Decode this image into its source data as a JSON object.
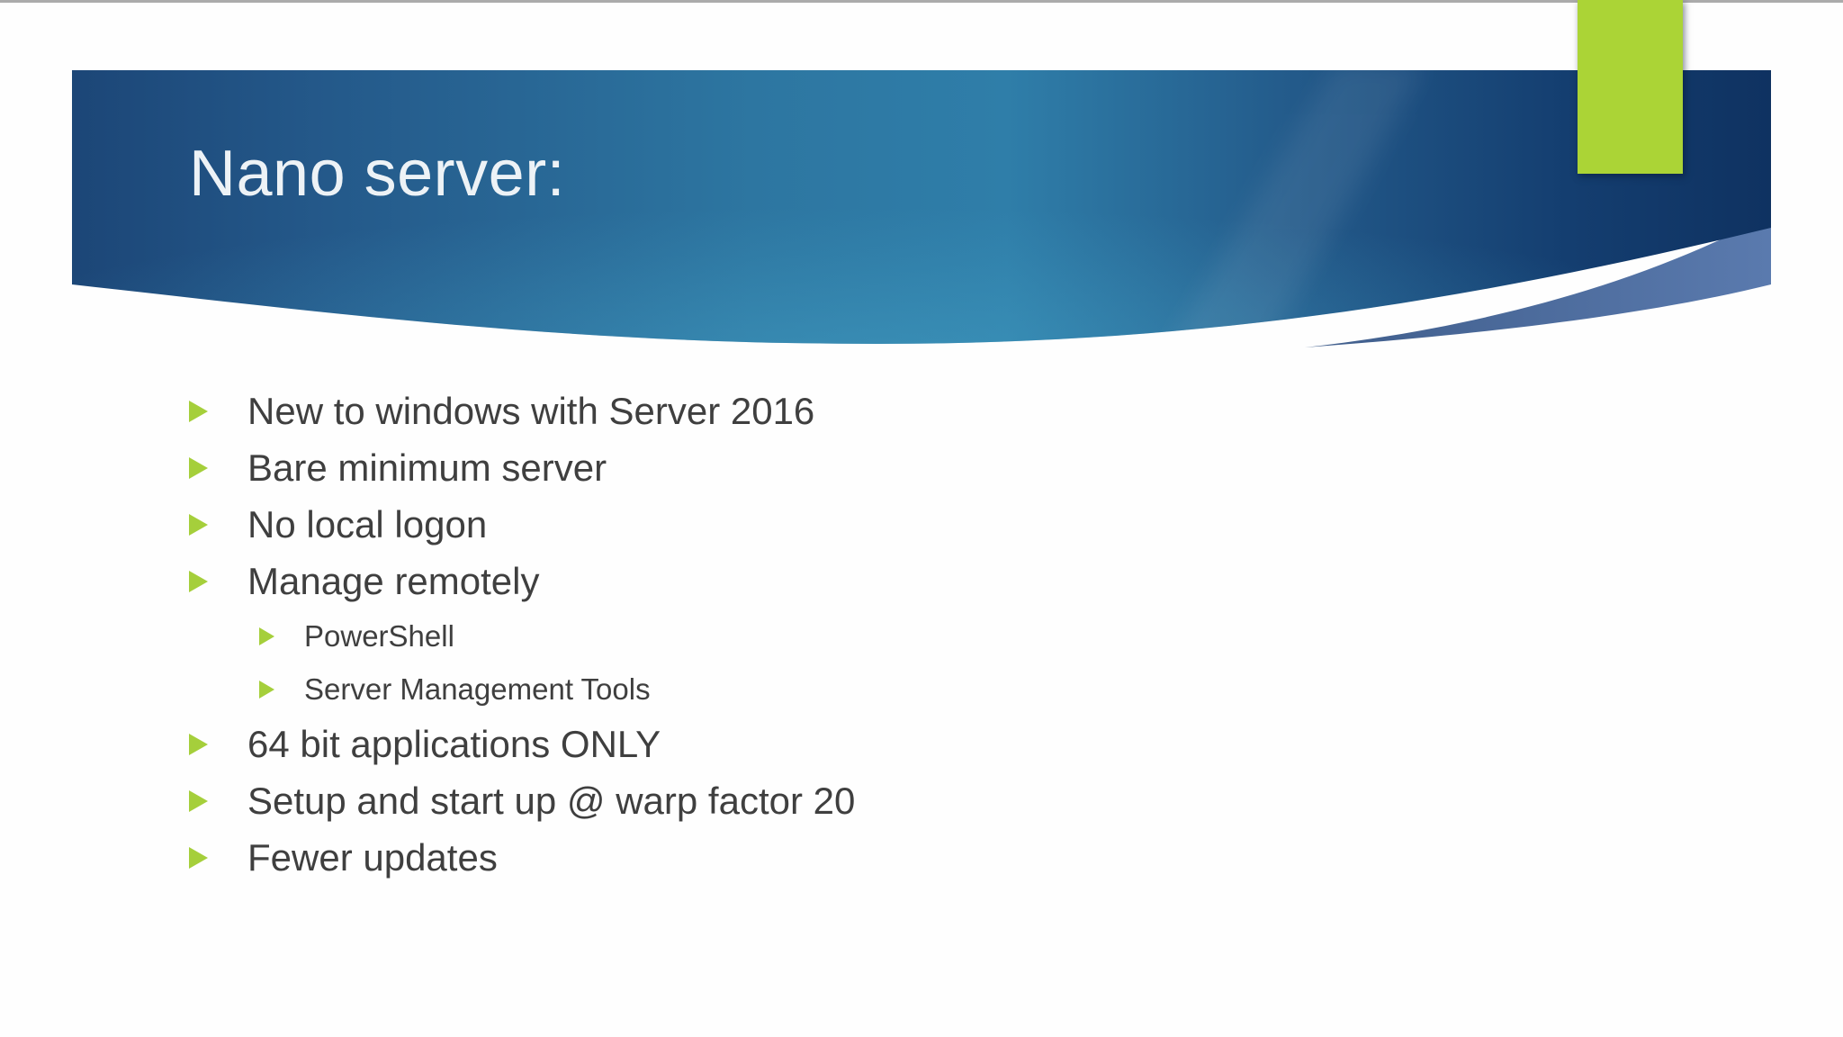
{
  "slide": {
    "title": "Nano server:",
    "bullets": [
      {
        "level": 1,
        "text": "New to windows with Server 2016"
      },
      {
        "level": 1,
        "text": "Bare minimum server"
      },
      {
        "level": 1,
        "text": "No local logon"
      },
      {
        "level": 1,
        "text": "Manage remotely"
      },
      {
        "level": 2,
        "text": "PowerShell"
      },
      {
        "level": 2,
        "text": "Server Management Tools"
      },
      {
        "level": 1,
        "text": "64 bit applications ONLY"
      },
      {
        "level": 1,
        "text": "Setup and start up @ warp factor 20"
      },
      {
        "level": 1,
        "text": "Fewer updates"
      }
    ],
    "colors": {
      "accent_green": "#abd436",
      "bullet_green": "#a5cf3b",
      "body_text": "#3f3f3f",
      "title_text": "#edf2f6",
      "top_line": "#ababab",
      "banner_gradient": [
        "#1c4677",
        "#24598a",
        "#2d76a1",
        "#2f7ea9",
        "#235a8a",
        "#143e70",
        "#0f3261"
      ],
      "banner_glow": "#46a5c8",
      "wedge_gradient": [
        "#3f5d8b",
        "#5a7aae"
      ],
      "background": "#fefefe"
    }
  }
}
